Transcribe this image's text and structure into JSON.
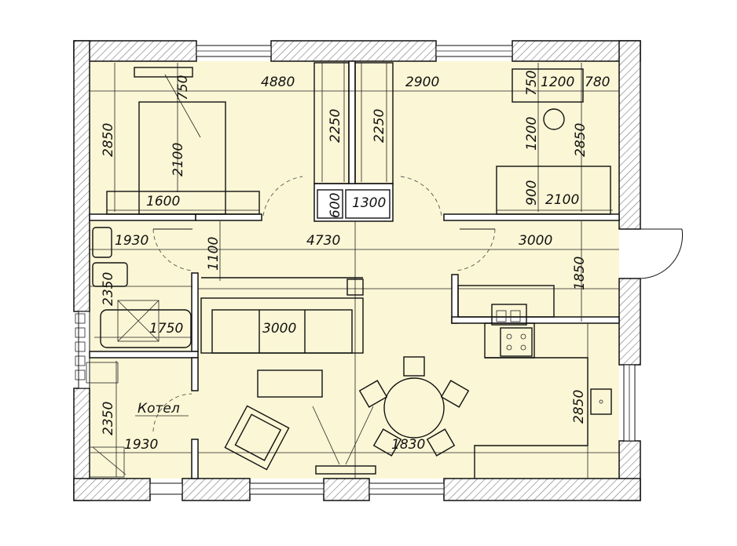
{
  "plan": {
    "colors": {
      "floor": "#fbf6d5",
      "wall": "#111111",
      "hatch": "#777777",
      "window": "#ffffff"
    },
    "dimensions": {
      "d4880": "4880",
      "d2900": "2900",
      "d750a": "750",
      "d750b": "750",
      "d1200a": "1200",
      "d780": "780",
      "d2850a": "2850",
      "d2100a": "2100",
      "d2250a": "2250",
      "d2250b": "2250",
      "d1200b": "1200",
      "d2850b": "2850",
      "d1600": "1600",
      "d600": "600",
      "d1300": "1300",
      "d900": "900",
      "d2100b": "2100",
      "d1930a": "1930",
      "d1100": "1100",
      "d4730": "4730",
      "d3000a": "3000",
      "d2350a": "2350",
      "d1850": "1850",
      "d1750": "1750",
      "d3000b": "3000",
      "d2350b": "2350",
      "d1930b": "1930",
      "d1830": "1830",
      "d2850c": "2850"
    },
    "labels": {
      "boiler": "Котел"
    }
  }
}
